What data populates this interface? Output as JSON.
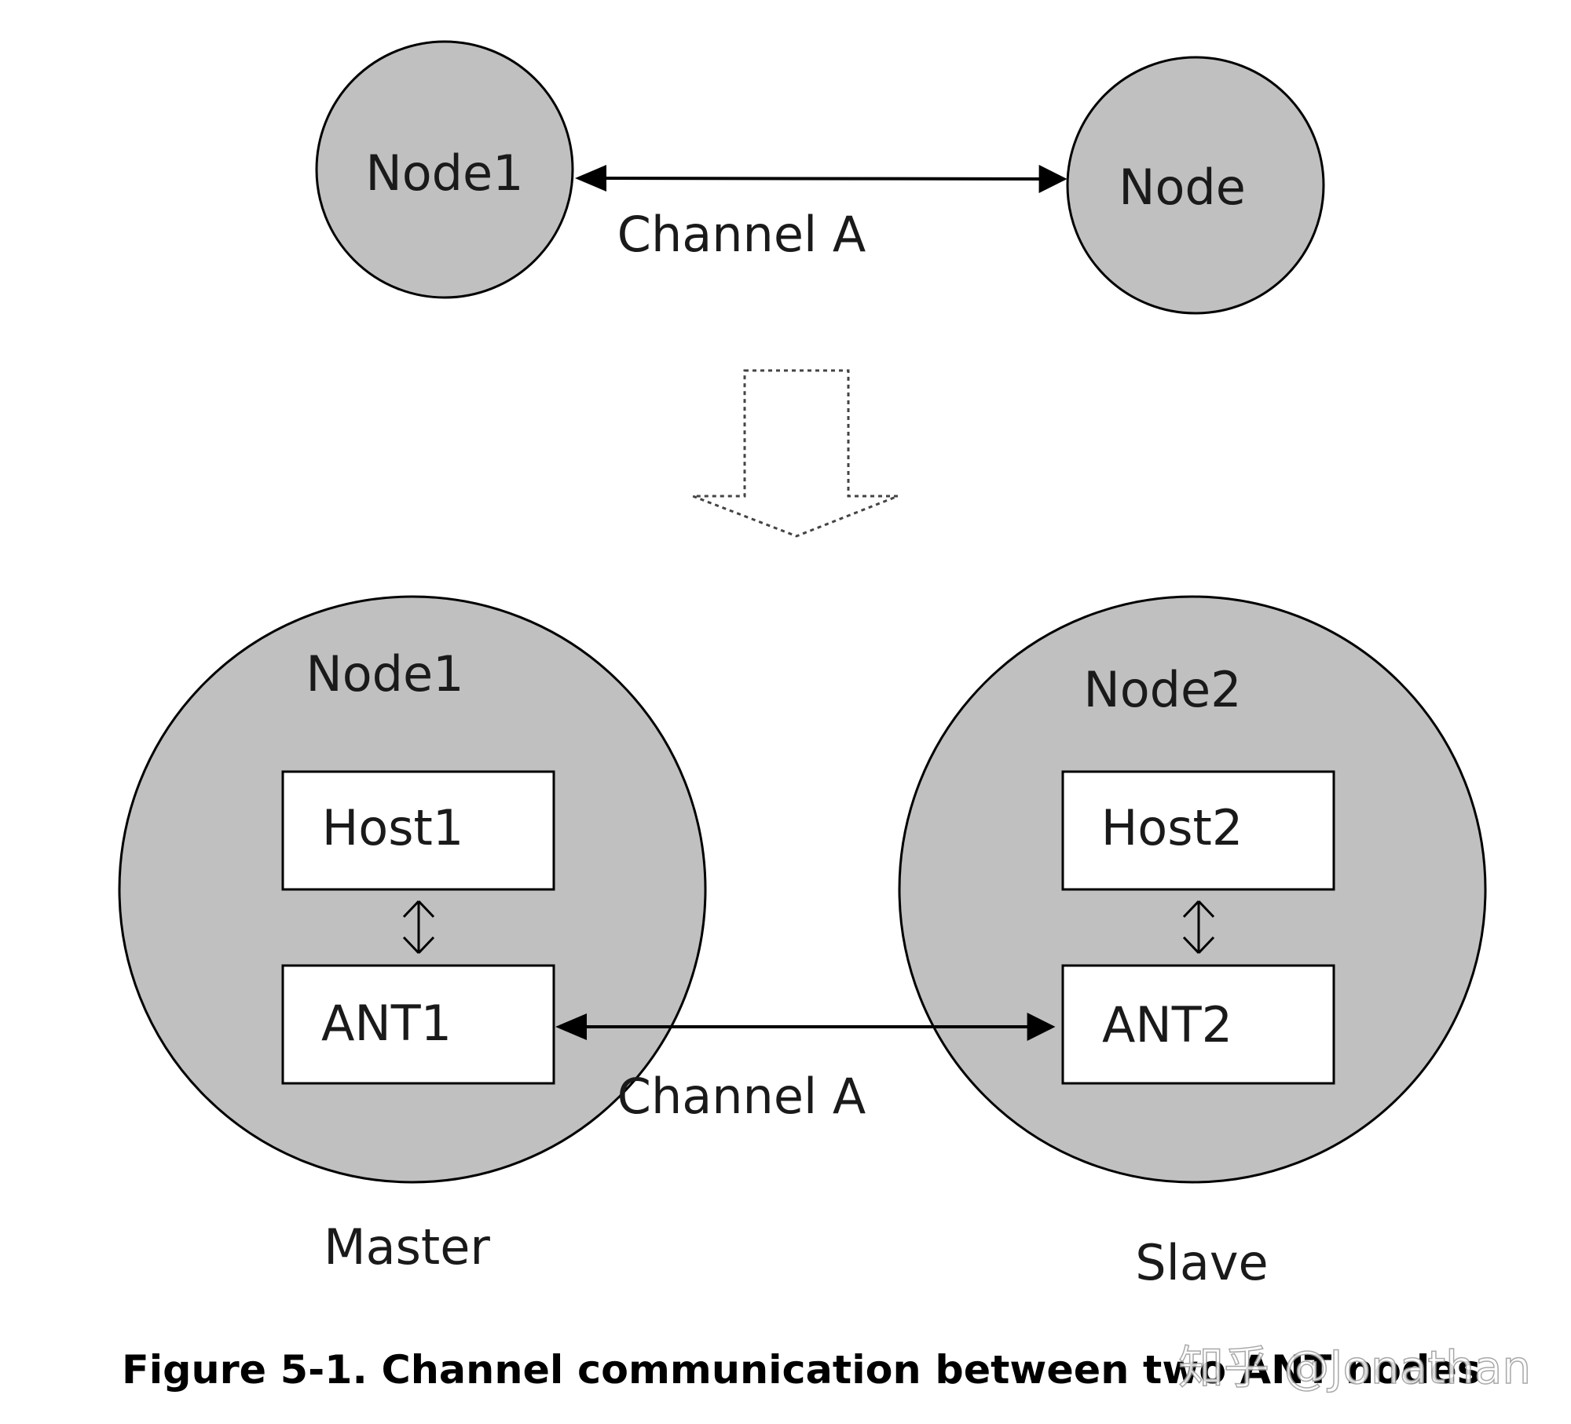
{
  "top": {
    "left_node_label": "Node1",
    "right_node_label": "Node",
    "channel_label": "Channel A"
  },
  "bottom": {
    "left_node_label": "Node1",
    "right_node_label": "Node2",
    "left_host_label": "Host1",
    "left_ant_label": "ANT1",
    "right_host_label": "Host2",
    "right_ant_label": "ANT2",
    "channel_label": "Channel A",
    "left_role_label": "Master",
    "right_role_label": "Slave"
  },
  "caption": "Figure 5-1. Channel communication between two ANT nodes",
  "watermark": "知乎 @Jonathan",
  "colors": {
    "node_fill": "#c0c0c0",
    "stroke": "#000000",
    "box_fill": "#ffffff",
    "text": "#1a1a1a"
  }
}
